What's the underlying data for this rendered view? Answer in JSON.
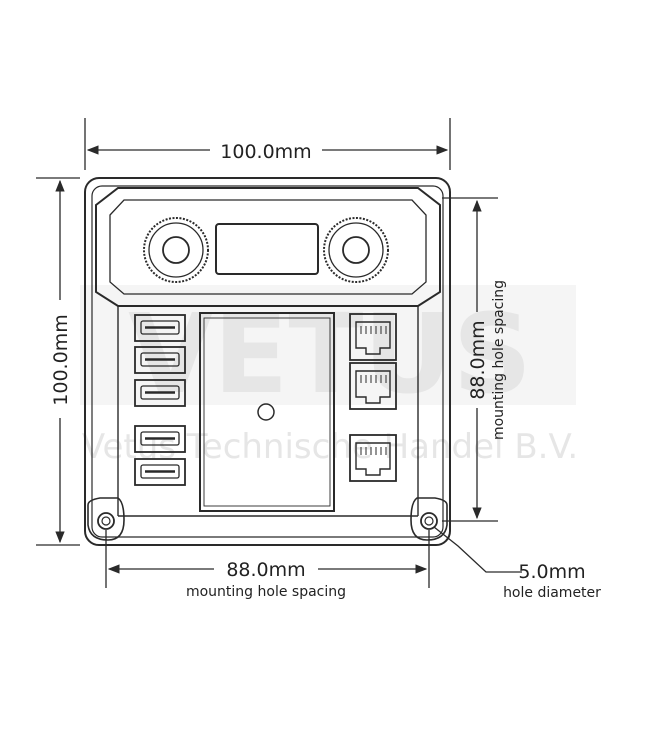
{
  "colors": {
    "line": "#2a2a2a",
    "watermark": "#e8e8e8",
    "background": "#ffffff"
  },
  "watermark": {
    "brand": "VETUS",
    "subtitle": "Vetus Technische Handel B.V."
  },
  "dimensions": {
    "width": "100.0mm",
    "height": "100.0mm",
    "horizontal_spacing": {
      "value": "88.0mm",
      "caption": "mounting hole spacing"
    },
    "vertical_spacing": {
      "value": "88.0mm",
      "caption": "mounting hole spacing"
    },
    "hole": {
      "value": "5.0mm",
      "caption": "hole diameter"
    }
  },
  "device": {
    "usb_port_count": 5,
    "rj45_port_count": 3,
    "knob_count": 2
  }
}
